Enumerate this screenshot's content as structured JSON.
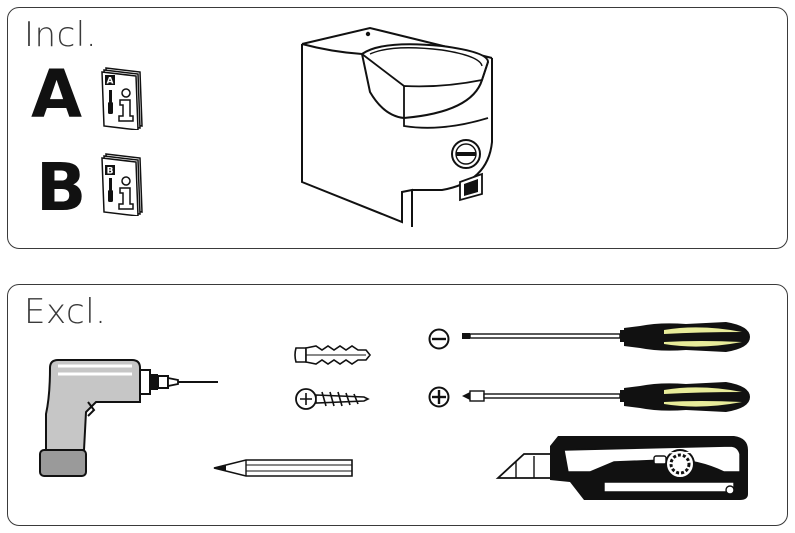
{
  "incl": {
    "title": "Incl.",
    "manual_a_letter": "A",
    "manual_b_letter": "B"
  },
  "excl": {
    "title": "Excl."
  },
  "colors": {
    "border": "#3a3a3a",
    "ink": "#111111",
    "tool_accent": "#e8ec9a",
    "drill_gray": "#9a9a9a"
  }
}
